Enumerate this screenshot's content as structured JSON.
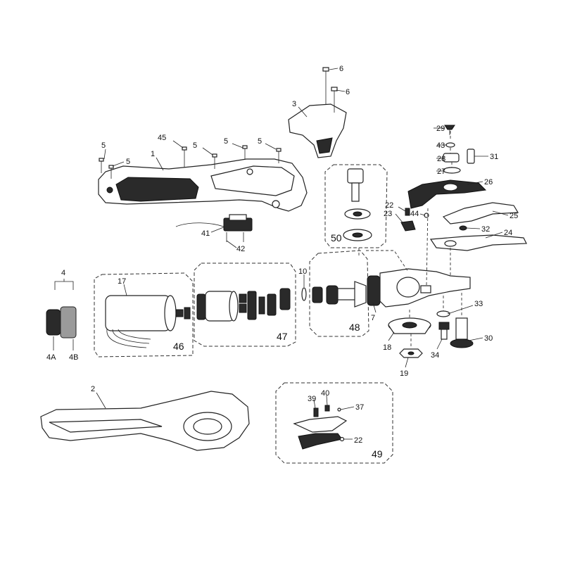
{
  "labels": {
    "p1": "1",
    "p2": "2",
    "p3": "3",
    "p4": "4",
    "p4a": "4A",
    "p4b": "4B",
    "p5": "5",
    "p6": "6",
    "p7": "7",
    "p10": "10",
    "p17": "17",
    "p18": "18",
    "p19": "19",
    "p22": "22",
    "p23": "23",
    "p24": "24",
    "p25": "25",
    "p26": "26",
    "p27": "27",
    "p28": "28",
    "p29": "29",
    "p30": "30",
    "p31": "31",
    "p32": "32",
    "p33": "33",
    "p34": "34",
    "p37": "37",
    "p39": "39",
    "p40": "40",
    "p41": "41",
    "p42": "42",
    "p43": "43",
    "p44": "44",
    "p45": "45"
  },
  "groups": {
    "g46": "46",
    "g47": "47",
    "g48": "48",
    "g49": "49",
    "g50": "50"
  }
}
